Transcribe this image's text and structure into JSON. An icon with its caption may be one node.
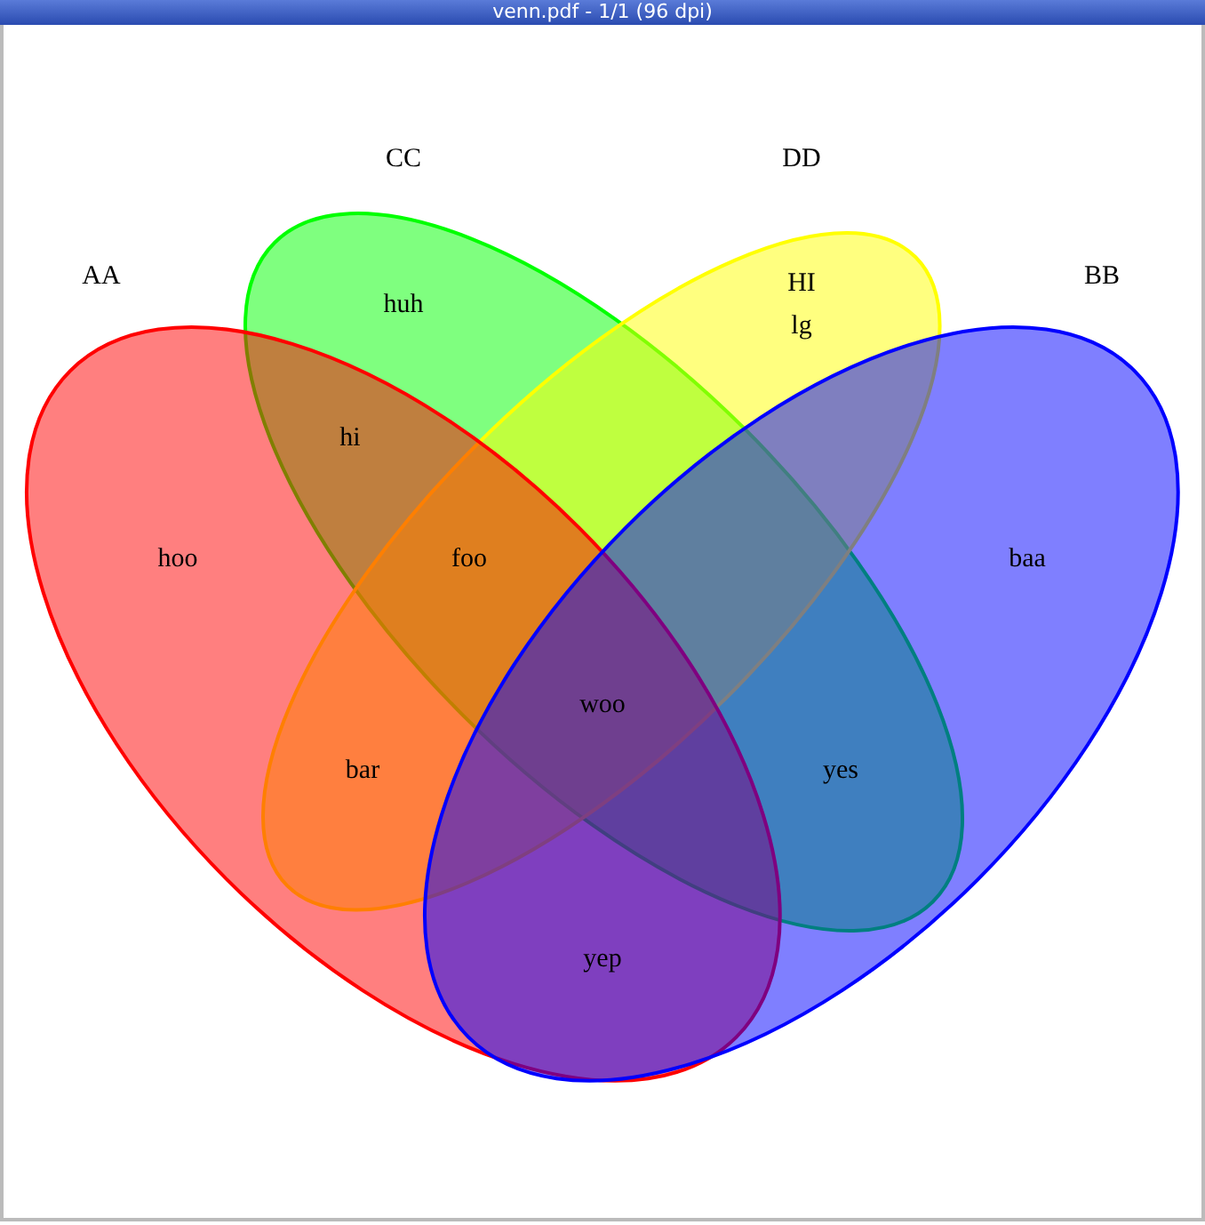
{
  "diagram": {
    "nodes": [
      {
        "text": [
          "CC"
        ]
      },
      {
        "text": [
          "DD"
        ]
      },
      {
        "text": [
          "AA"
        ]
      },
      {
        "text": [
          "BB"
        ]
      }
    ],
    "edges": [],
    "labels": [
      "venn.pdf - 1/1 (96 dpi)",
      "huh",
      "HI",
      "lg",
      "hi",
      "hoo",
      "foo",
      "baa",
      "woo",
      "bar",
      "yes",
      "yep"
    ]
  }
}
